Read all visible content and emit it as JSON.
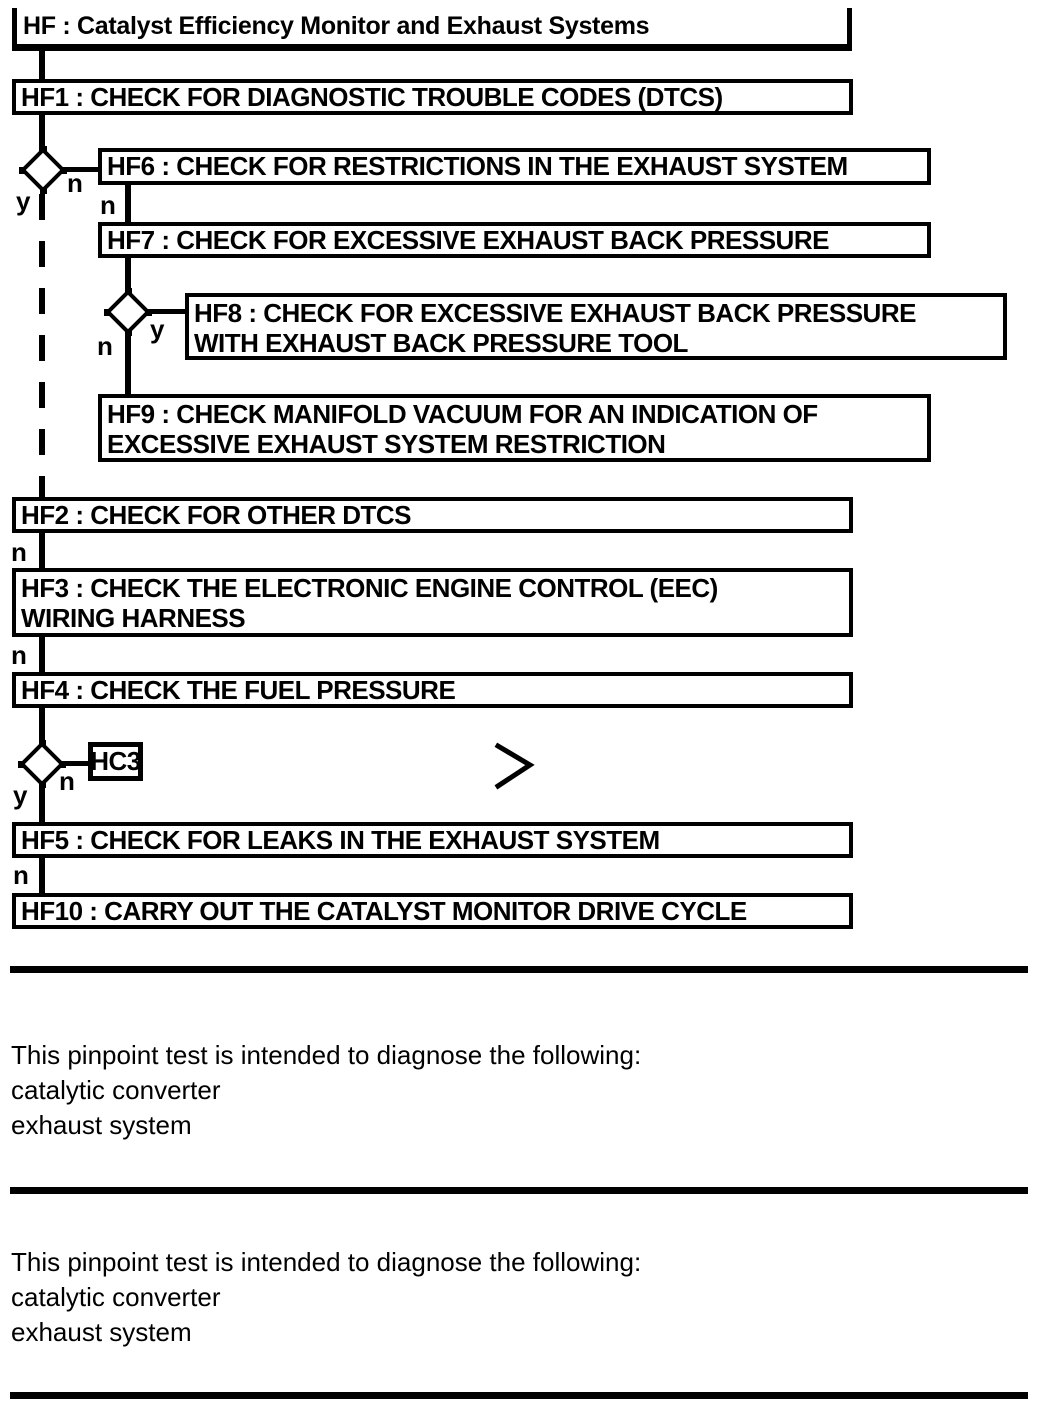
{
  "colors": {
    "ink": "#000000",
    "paper": "#ffffff"
  },
  "flowchart": {
    "title": "HF : Catalyst Efficiency Monitor and Exhaust Systems",
    "labels": {
      "yes": "y",
      "no": "n"
    },
    "nodes": {
      "hf1": "HF1 : CHECK FOR DIAGNOSTIC TROUBLE CODES (DTCS)",
      "hf6": "HF6 : CHECK FOR RESTRICTIONS IN THE EXHAUST SYSTEM",
      "hf7": "HF7 : CHECK FOR EXCESSIVE EXHAUST BACK PRESSURE",
      "hf8": "HF8 : CHECK FOR EXCESSIVE EXHAUST BACK PRESSURE\nWITH EXHAUST BACK PRESSURE TOOL",
      "hf9": "HF9 : CHECK MANIFOLD VACUUM FOR AN INDICATION OF\nEXCESSIVE EXHAUST SYSTEM RESTRICTION",
      "hf2": "HF2 : CHECK FOR OTHER DTCS",
      "hf3": "HF3 : CHECK THE ELECTRONIC ENGINE CONTROL (EEC)\nWIRING HARNESS",
      "hf4": "HF4 : CHECK THE FUEL PRESSURE",
      "hc3": "HC3",
      "hf5": "HF5 : CHECK FOR LEAKS IN THE EXHAUST SYSTEM",
      "hf10": "HF10 : CARRY OUT THE CATALYST MONITOR DRIVE CYCLE"
    }
  },
  "sections": [
    {
      "lines": [
        "This pinpoint test is intended to diagnose the following:",
        "catalytic converter",
        "exhaust system"
      ]
    },
    {
      "lines": [
        "This pinpoint test is intended to diagnose the following:",
        "catalytic converter",
        "exhaust system"
      ]
    }
  ]
}
